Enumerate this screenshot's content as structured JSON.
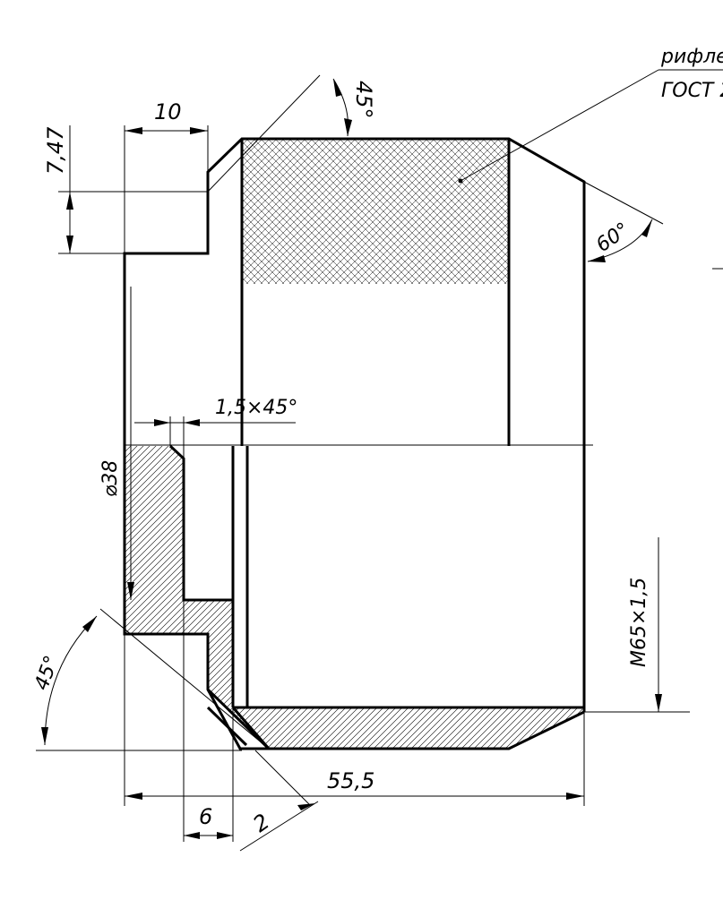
{
  "drawing": {
    "dimensions": {
      "chamfer_small": "1,5×45°",
      "diameter_38": "⌀38",
      "thread": "M65×1,5",
      "length_total": "55,5",
      "width_6": "6",
      "width_2": "2",
      "flange_10": "10",
      "height_7_47": "7,47",
      "angle_45_top": "45°",
      "angle_45_left": "45°",
      "angle_60": "60°"
    },
    "notes": {
      "knurl_line1": "рифле",
      "knurl_line2": "ГОСТ 2"
    },
    "features": {
      "knurl_pattern": "cross-hatch",
      "section_pattern": "diagonal-hatch"
    }
  }
}
